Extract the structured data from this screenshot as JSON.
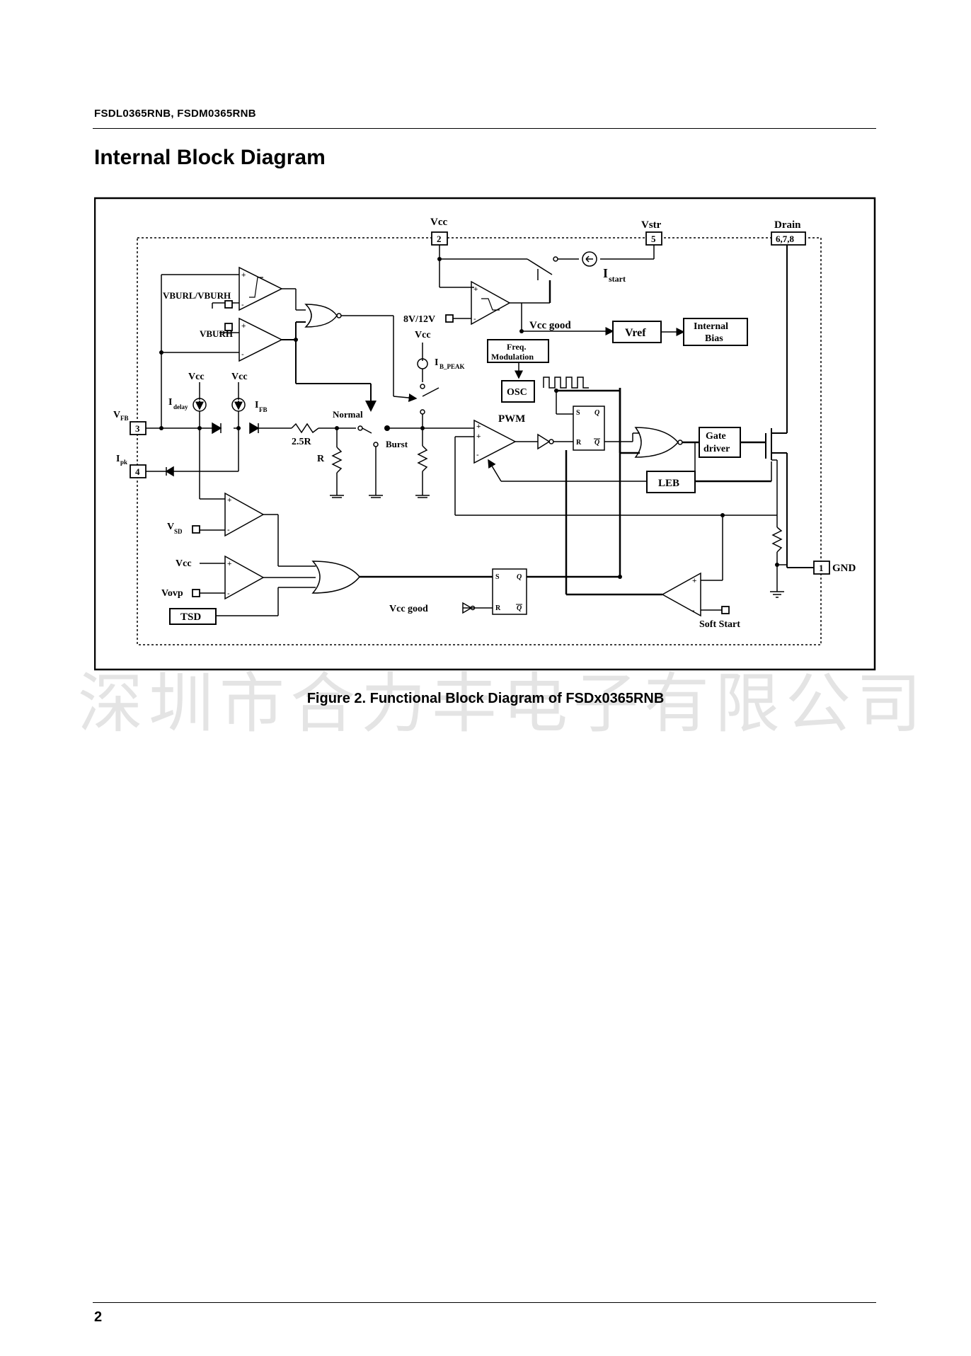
{
  "header": {
    "part_numbers": "FSDL0365RNB, FSDM0365RNB"
  },
  "section": {
    "title": "Internal Block Diagram"
  },
  "diagram": {
    "pins": {
      "vcc_pin": "2",
      "vstr_pin": "5",
      "drain_pin": "6,7,8",
      "vfb_pin": "3",
      "ipk_pin": "4",
      "gnd_pin": "1"
    },
    "labels": {
      "vcc": "Vcc",
      "vstr": "Vstr",
      "drain": "Drain",
      "istart_main": "I",
      "istart_sub": "start",
      "vburl": "VBURL/VBURH",
      "vburh": "VBURH",
      "vcc_8v12v": "8V/12V",
      "vcc_good": "Vcc good",
      "vref": "Vref",
      "internal": "Internal",
      "bias": "Bias",
      "freq": "Freq.",
      "modulation": "Modulation",
      "ib_main": "I",
      "ib_sub": "B_PEAK",
      "osc": "OSC",
      "pwm": "PWM",
      "normal": "Normal",
      "burst": "Burst",
      "r25": "2.5R",
      "r": "R",
      "vfb_main": "V",
      "vfb_sub": "FB",
      "ipk_main": "I",
      "ipk_sub": "pk",
      "idelay_main": "I",
      "idelay_sub": "delay",
      "ifb_main": "I",
      "ifb_sub": "FB",
      "gate": "Gate",
      "driver": "driver",
      "leb": "LEB",
      "gnd": "GND",
      "vsd_main": "V",
      "vsd_sub": "SD",
      "vovp": "Vovp",
      "tsd": "TSD",
      "soft_start": "Soft Start",
      "s": "S",
      "r_in": "R",
      "q": "Q",
      "qbar": "Q"
    }
  },
  "caption": "Figure 2. Functional Block Diagram of FSDx0365RNB",
  "watermark": "深圳市合力丰电子有限公司",
  "footer": {
    "page_number": "2"
  }
}
